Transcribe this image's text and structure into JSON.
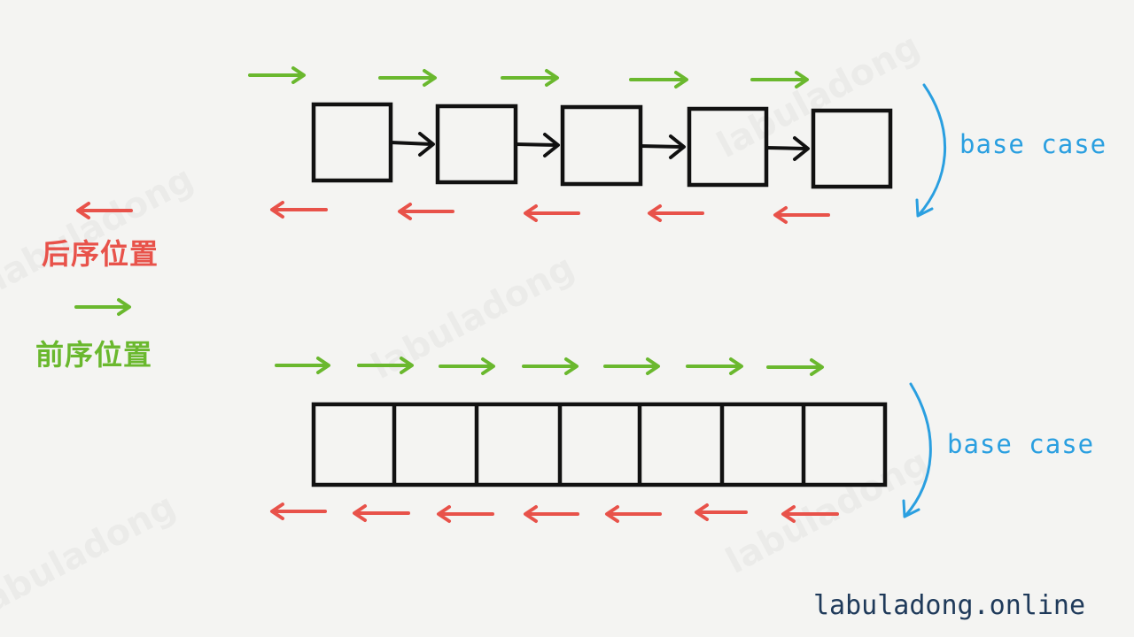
{
  "legend": {
    "postorder_label": "后序位置",
    "preorder_label": "前序位置"
  },
  "base_case": {
    "top_label": "base case",
    "bottom_label": "base case"
  },
  "watermark": "labuladong",
  "site_label": "labuladong.online",
  "colors": {
    "preorder": "#6ab82e",
    "postorder": "#e8524a",
    "base_case": "#2a9fe0",
    "node": "#111111",
    "site": "#1f3a5a"
  },
  "diagrams": {
    "linked_list": {
      "node_count": 5
    },
    "array": {
      "cell_count": 7
    }
  }
}
